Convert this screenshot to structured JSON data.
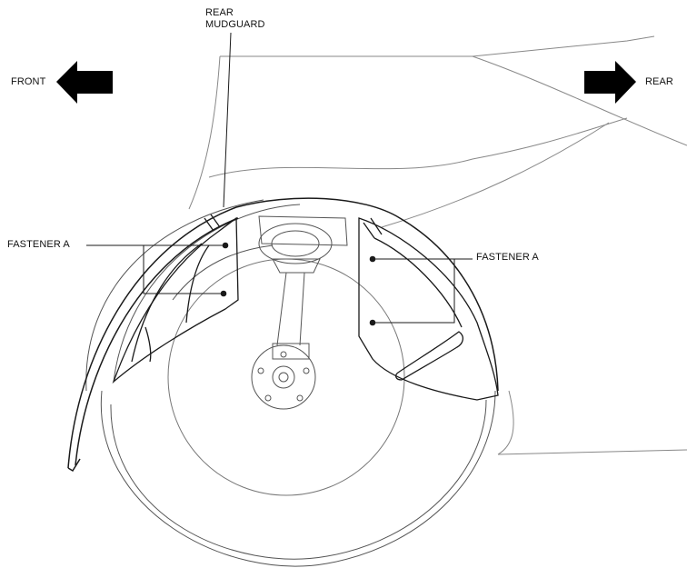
{
  "labels": {
    "front": "FRONT",
    "rear": "REAR",
    "rear_mudguard": "REAR\nMUDGUARD",
    "fastener_left": "FASTENER A",
    "fastener_right": "FASTENER A"
  },
  "colors": {
    "line": "#1a1a1a",
    "light_line": "#777777",
    "arrow": "#000000",
    "background": "#ffffff"
  },
  "icons": {
    "front_arrow": "arrow-left-icon",
    "rear_arrow": "arrow-right-icon"
  }
}
